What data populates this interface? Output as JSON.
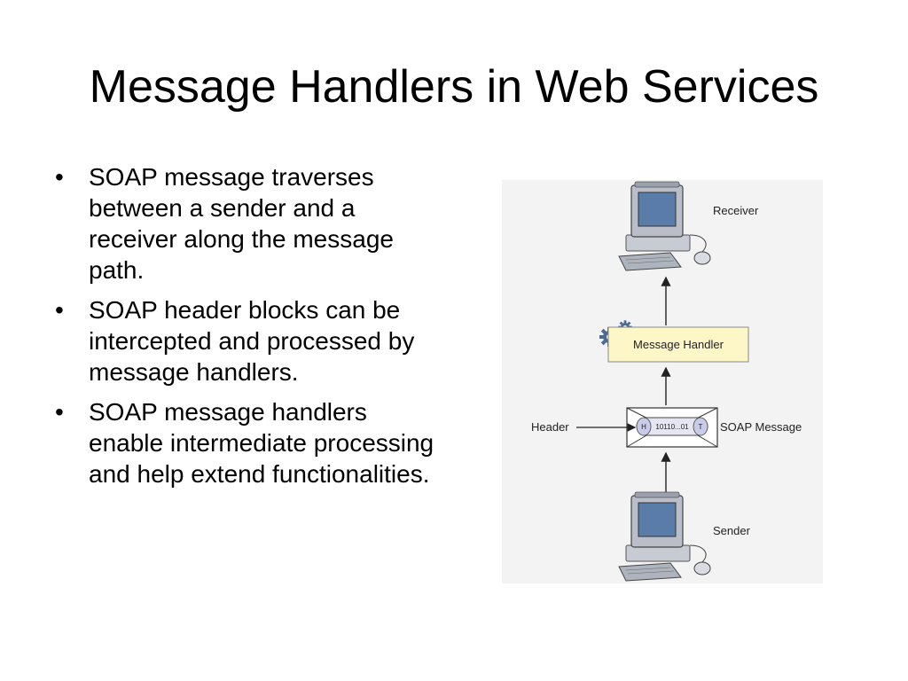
{
  "title": "Message Handlers in Web Services",
  "bullets": [
    {
      "text": "SOAP message traverses between a sender and a receiver along the message path."
    },
    {
      "text": "SOAP header blocks can be intercepted and processed by message handlers."
    },
    {
      "text": "SOAP message handlers enable intermediate processing and help extend functionalities."
    }
  ],
  "bullet_glyph": "•",
  "diagram": {
    "receiver_label": "Receiver",
    "handler_label": "Message Handler",
    "header_label": "Header",
    "soap_label": "SOAP Message",
    "sender_label": "Sender",
    "envelope_h": "H",
    "envelope_body": "10110...01",
    "envelope_t": "T",
    "colors": {
      "handler_fill": "#fdf7c8",
      "monitor_body": "#b9bec8",
      "screen": "#5a7ca8",
      "gear": "#4d6b93"
    }
  }
}
